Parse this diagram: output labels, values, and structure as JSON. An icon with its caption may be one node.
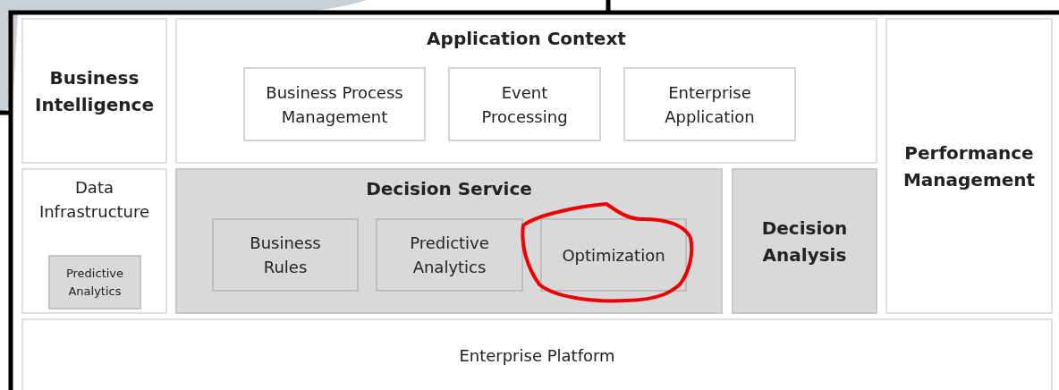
{
  "diagram": {
    "nodes": [
      {
        "text": [
          "Business Intelligence"
        ]
      },
      {
        "text": [
          "Application Context"
        ]
      },
      {
        "text": [
          "Business Process Management"
        ],
        "in": 1
      },
      {
        "text": [
          "Event Processing"
        ],
        "in": 1
      },
      {
        "text": [
          "Enterprise Application"
        ],
        "in": 1
      },
      {
        "text": [
          "Performance Management"
        ]
      },
      {
        "text": [
          "Data Infrastructure"
        ]
      },
      {
        "text": [
          "Predictive Analytics"
        ],
        "in": 6
      },
      {
        "text": [
          "Decision Service"
        ]
      },
      {
        "text": [
          "Business Rules"
        ],
        "in": 8
      },
      {
        "text": [
          "Predictive Analytics"
        ],
        "in": 8
      },
      {
        "text": [
          "Optimization"
        ],
        "in": 8
      },
      {
        "text": [
          "Decision Analysis"
        ]
      },
      {
        "text": [
          "Enterprise Platform"
        ]
      }
    ]
  }
}
